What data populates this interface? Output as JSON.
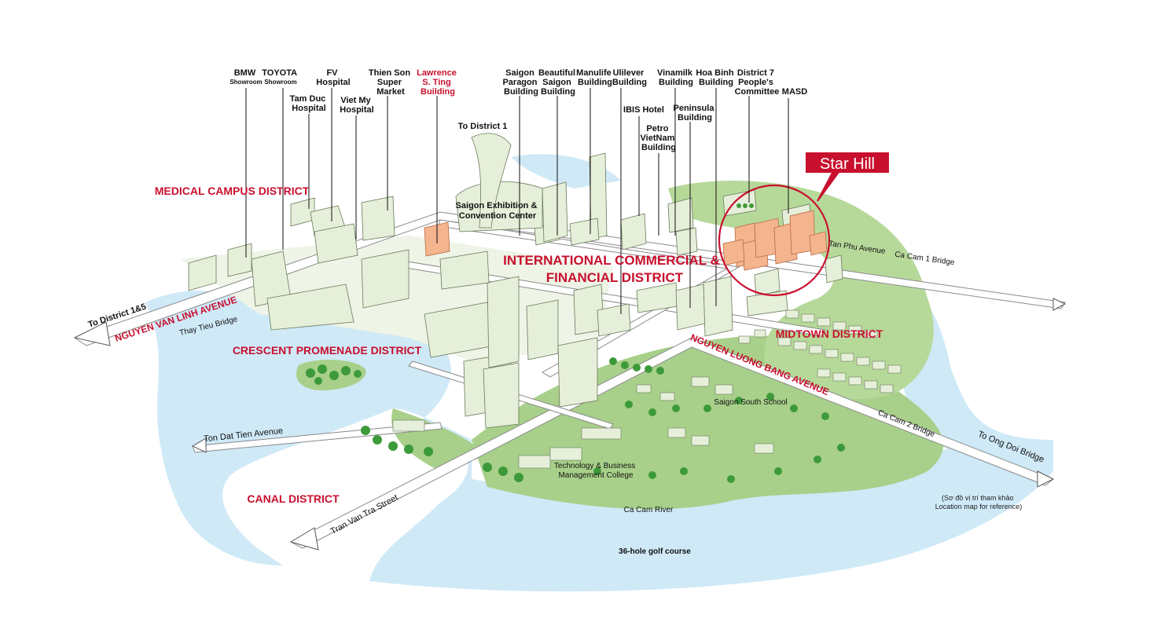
{
  "landmarks": {
    "bmw": [
      "BMW",
      "Showroom"
    ],
    "toyota": [
      "TOYOTA",
      "Showroom"
    ],
    "tam_duc": [
      "Tam Duc",
      "Hospital"
    ],
    "fv": [
      "FV",
      "Hospital"
    ],
    "viet_my": [
      "Viet My",
      "Hospital"
    ],
    "thien_son": [
      "Thien Son",
      "Super",
      "Market"
    ],
    "lawrence": [
      "Lawrence",
      "S. Ting",
      "Building"
    ],
    "to_district_1": "To District 1",
    "saigon_paragon": [
      "Saigon",
      "Paragon",
      "Building"
    ],
    "beautiful_saigon": [
      "Beautiful",
      "Saigon",
      "Building"
    ],
    "manulife": [
      "Manulife",
      "Building"
    ],
    "unilever": [
      "Ulilever",
      "Building"
    ],
    "ibis": "IBIS Hotel",
    "petro": [
      "Petro",
      "VietNam",
      "Building"
    ],
    "vinamilk": [
      "Vinamilk",
      "Building"
    ],
    "peninsula": [
      "Peninsula",
      "Building"
    ],
    "hoa_binh": [
      "Hoa Binh",
      "Building"
    ],
    "district7": [
      "District 7",
      "People's",
      "Committee"
    ],
    "masd": "MASD",
    "exhibition": [
      "Saigon Exhibition &",
      "Convention Center"
    ],
    "saigon_south_school": "Saigon South School",
    "tech_college": [
      "Technology & Business",
      "Management College"
    ],
    "ca_cam_river": "Ca Cam River",
    "golf": "36-hole golf course",
    "note": [
      "(Sơ đồ vị trí tham khảo",
      "Location map for reference)"
    ]
  },
  "project_label": "Star Hill",
  "districts": {
    "medical": "MEDICAL CAMPUS DISTRICT",
    "intl_line1": "INTERNATIONAL COMMERCIAL &",
    "intl_line2": "FINANCIAL DISTRICT",
    "crescent": "CRESCENT PROMENADE DISTRICT",
    "midtown": "MIDTOWN DISTRICT",
    "canal": "CANAL DISTRICT"
  },
  "roads": {
    "to_district_15": "To District 1&5",
    "nguyen_van_linh": "NGUYEN VAN LINH AVENUE",
    "thay_tieu": "Thay Tieu Bridge",
    "ton_dat_tien": "Ton Dat Tien Avenue",
    "tran_van_tra": "Tran Van Tra Street",
    "nguyen_luong_bang": "NGUYEN LUONG BANG AVENUE",
    "tan_phu": "Tan Phu Avenue",
    "ca_cam_1": "Ca Cam 1 Bridge",
    "ca_cam_2": "Ca Cam 2 Bridge",
    "to_ong_doi": "To Ong Doi Bridge"
  },
  "colors": {
    "district_red": "#c8102e",
    "water": "#cfe9f7",
    "land": "#a8d08a",
    "building": "#e6efd9",
    "highlight": "#f4b48e"
  }
}
